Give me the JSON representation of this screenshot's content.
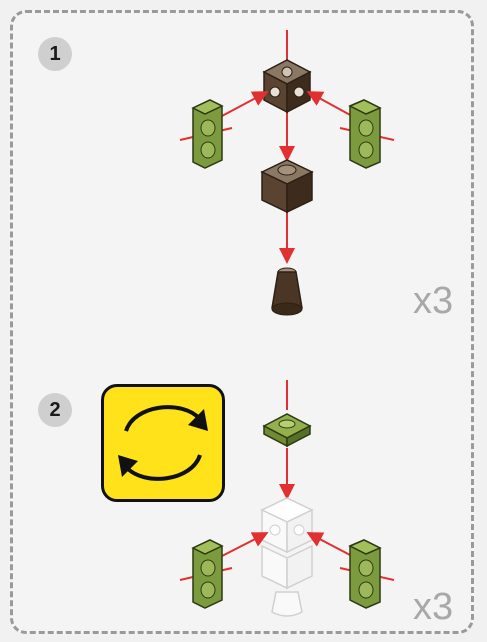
{
  "steps": [
    {
      "number": "1",
      "multiplier": "x3"
    },
    {
      "number": "2",
      "multiplier": "x3"
    }
  ],
  "colors": {
    "panel_bg": "#f4f4f4",
    "olive_brick": "#7c9b3e",
    "dark_brown_brick": "#4b3524",
    "arrow_red": "#e23030",
    "rotate_yellow": "#ffe21a"
  },
  "icons": [
    "rotate-model-icon"
  ]
}
